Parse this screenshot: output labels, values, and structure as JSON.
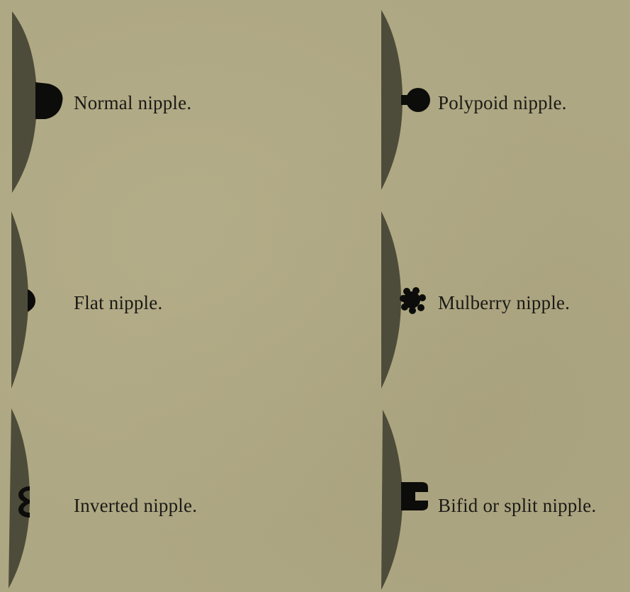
{
  "figures": [
    {
      "id": "normal",
      "label": "Normal nipple.",
      "nipple_type": "normal"
    },
    {
      "id": "polypoid",
      "label": "Polypoid nipple.",
      "nipple_type": "polypoid"
    },
    {
      "id": "flat",
      "label": "Flat nipple.",
      "nipple_type": "flat"
    },
    {
      "id": "mulberry",
      "label": "Mulberry nipple.",
      "nipple_type": "mulberry"
    },
    {
      "id": "inverted",
      "label": "Inverted nipple.",
      "nipple_type": "inverted"
    },
    {
      "id": "bifid",
      "label": "Bifid or split nipple.",
      "nipple_type": "bifid"
    }
  ],
  "colors": {
    "paper": "#aea783",
    "breast_profile": "#4d4c3a",
    "nipple": "#0c0c0a",
    "text": "#1b1a16"
  }
}
